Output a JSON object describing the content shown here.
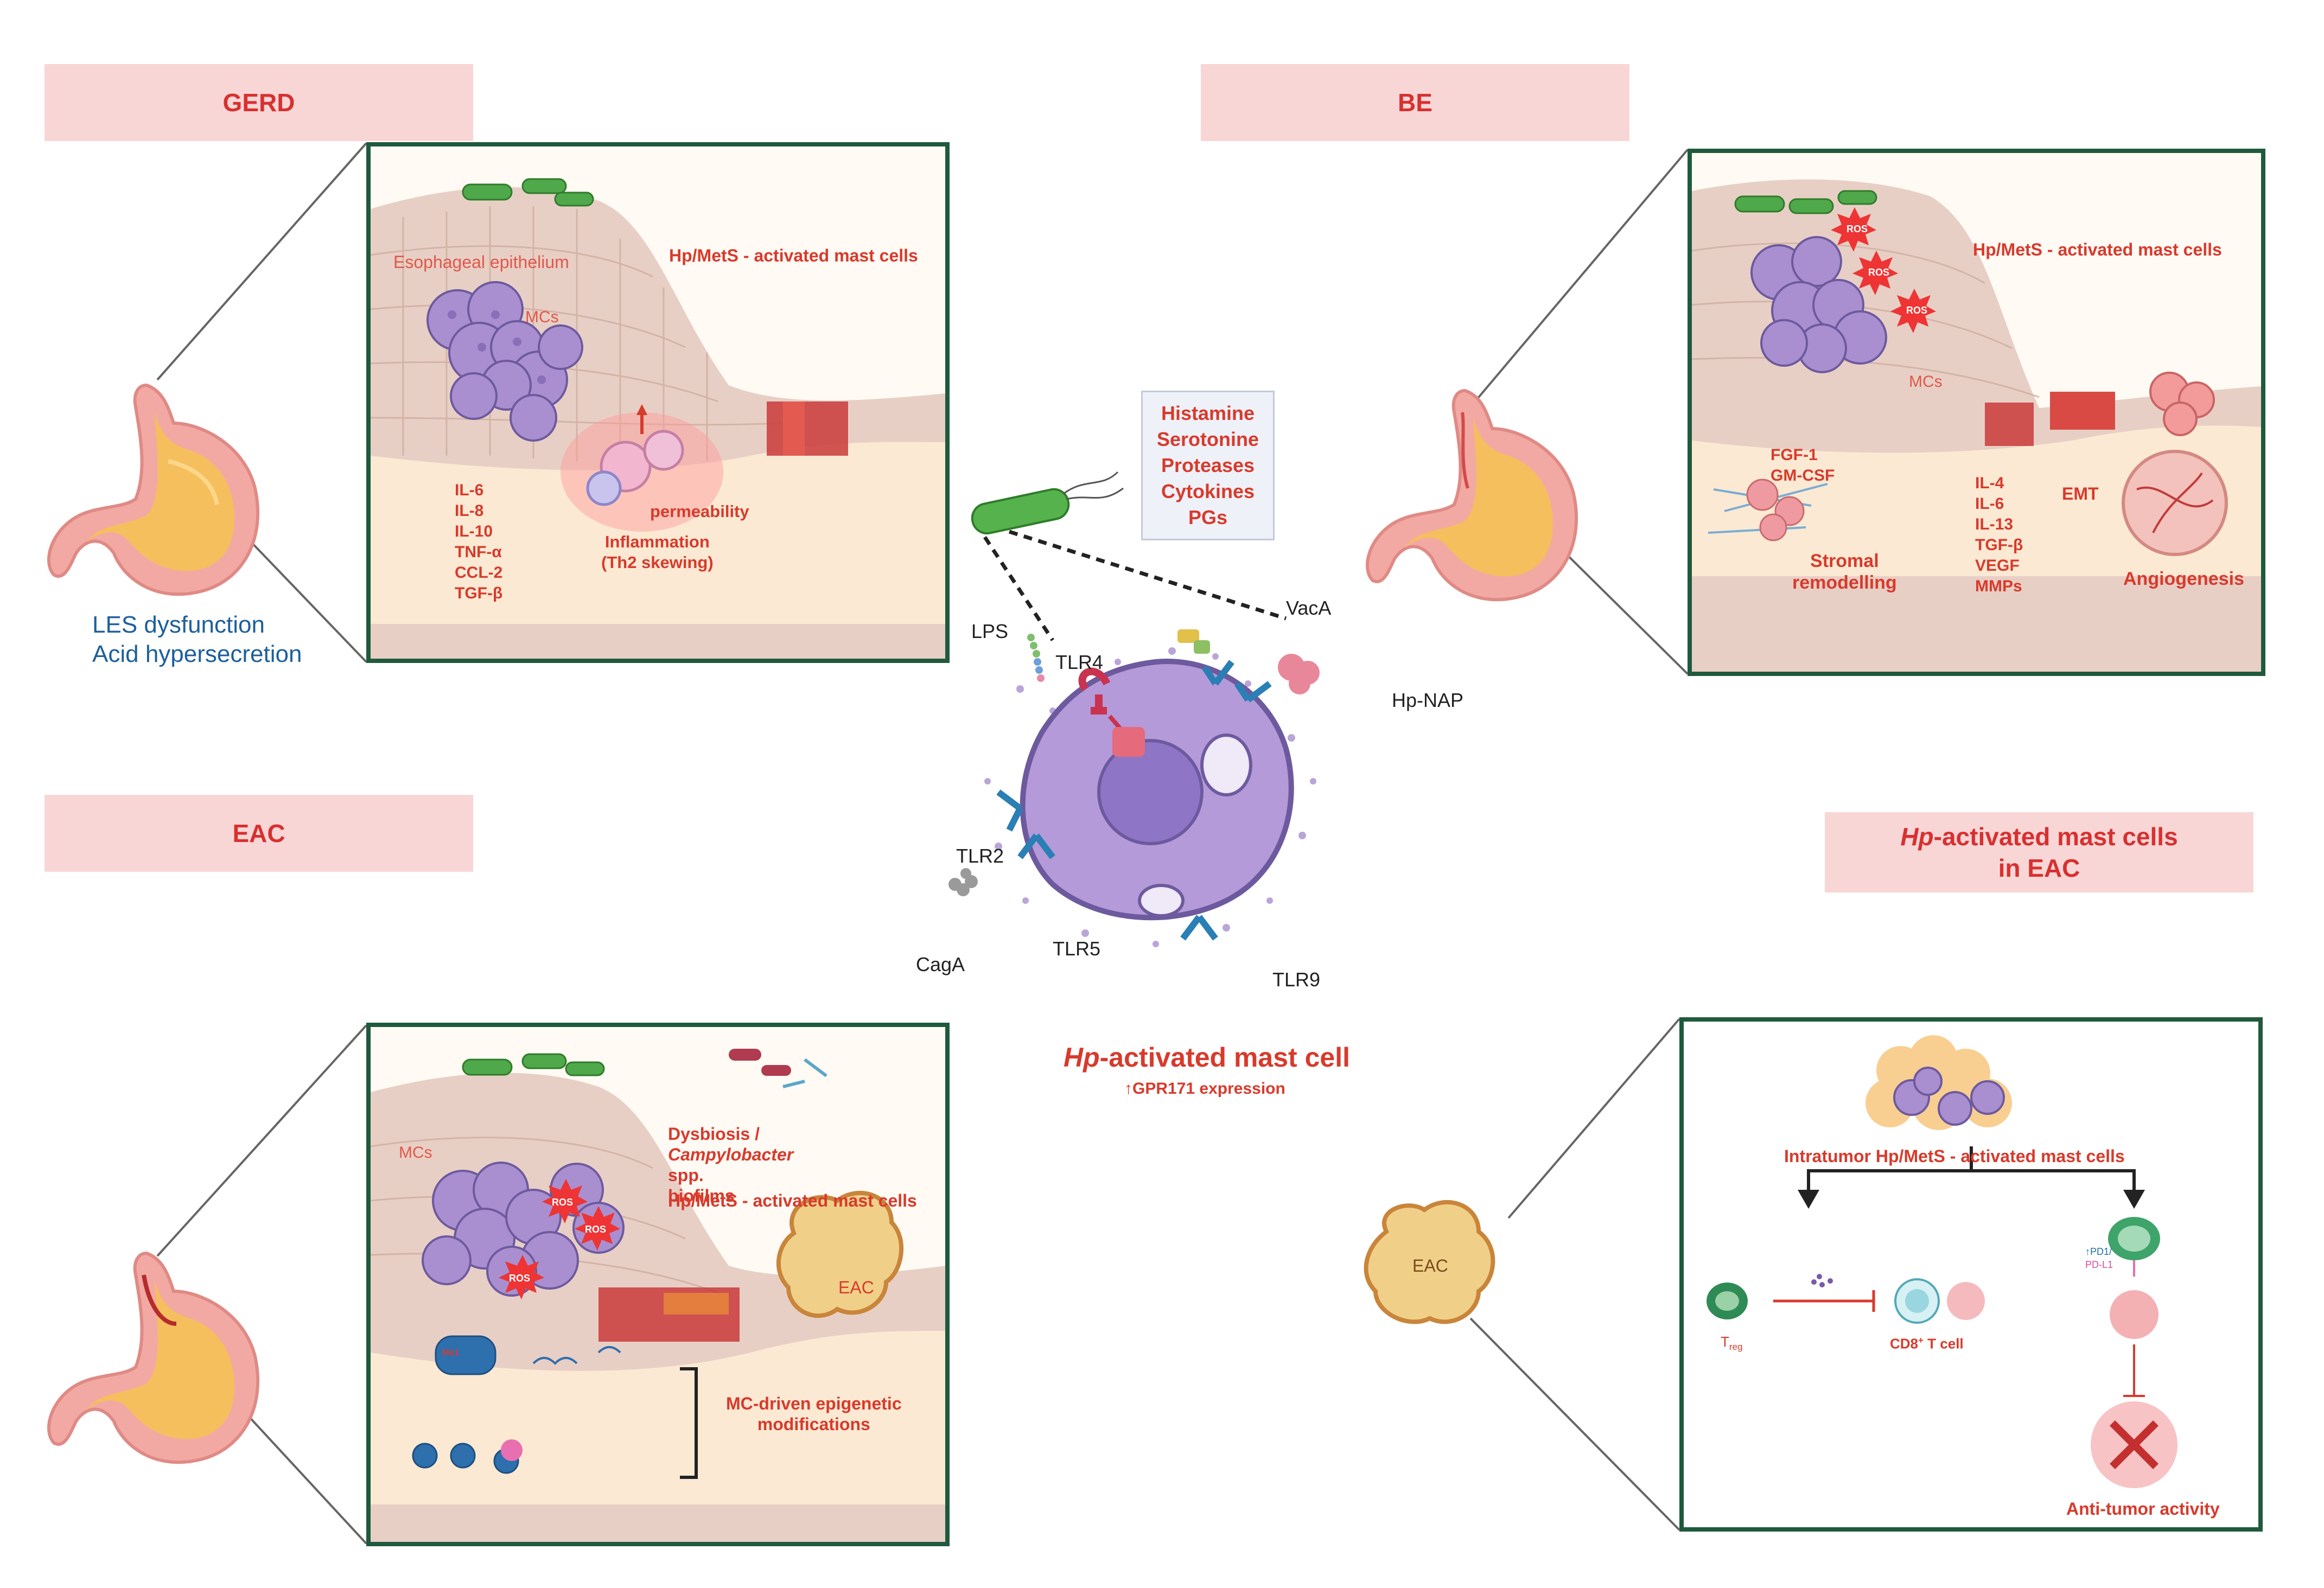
{
  "headers": {
    "gerd": "GERD",
    "be": "BE",
    "eac": "EAC",
    "hp_eac_line1_italic": "Hp",
    "hp_eac_line1_rest": "-activated  mast cells",
    "hp_eac_line2": "in EAC"
  },
  "gerd": {
    "epithelium": "Esophageal epithelium",
    "activated": "Hp/MetS - activated mast cells",
    "mcs": "MCs",
    "cytokines": [
      "IL-6",
      "IL-8",
      "IL-10",
      "TNF-α",
      "CCL-2",
      "TGF-β"
    ],
    "inflammation_1": "Inflammation",
    "inflammation_2": "(Th2 skewing)",
    "permeability": "permeability",
    "les_1": "LES dysfunction",
    "les_2": "Acid hypersecretion"
  },
  "be": {
    "activated": "Hp/MetS - activated mast cells",
    "mcs": "MCs",
    "ros": "ROS",
    "growth": [
      "FGF-1",
      "GM-CSF"
    ],
    "stromal_1": "Stromal",
    "stromal_2": "remodelling",
    "cytokines": [
      "IL-4",
      "IL-6",
      "IL-13",
      "TGF-β",
      "VEGF",
      "MMPs"
    ],
    "emt": "EMT",
    "angiogenesis": "Angiogenesis"
  },
  "eac": {
    "mcs": "MCs",
    "dysbiosis_1": "Dysbiosis /",
    "dysbiosis_2_italic": "Campylobacter",
    "dysbiosis_2_rest": " spp.",
    "dysbiosis_3": "biofilms",
    "activated": "Hp/MetS - activated mast cells",
    "ros": "ROS",
    "eac_label": "EAC",
    "epigenetic_1": "MC-driven epigenetic",
    "epigenetic_2": "modifications",
    "me": "Me1"
  },
  "center": {
    "mediators": [
      "Histamine",
      "Serotonine",
      "Proteases",
      "Cytokines",
      "PGs"
    ],
    "lps": "LPS",
    "tlr4": "TLR4",
    "vaca": "VacA",
    "hpnap": "Hp-NAP",
    "tlr2": "TLR2",
    "tlr5": "TLR5",
    "tlr9": "TLR9",
    "caga": "CagA",
    "title_italic": "Hp",
    "title_rest": "-activated mast cell",
    "subtitle": "↑GPR171 expression"
  },
  "hp_eac": {
    "intratumor": "Intratumor Hp/MetS - activated mast cells",
    "eac": "EAC",
    "treg": "T",
    "treg_sub": "reg",
    "cd8": "CD8",
    "cd8_sup": "+",
    "cd8_rest": " T cell",
    "pd1": "↑PD1/",
    "pdl1": "PD-L1",
    "antitumor": "Anti-tumor activity"
  },
  "colors": {
    "header_bg": "#f9d6d6",
    "header_text": "#d83030",
    "panel_border": "#1f5a3c",
    "label_red": "#d83a2c",
    "les_blue": "#1c5f9c",
    "mast_cell": "#a98fd0"
  }
}
